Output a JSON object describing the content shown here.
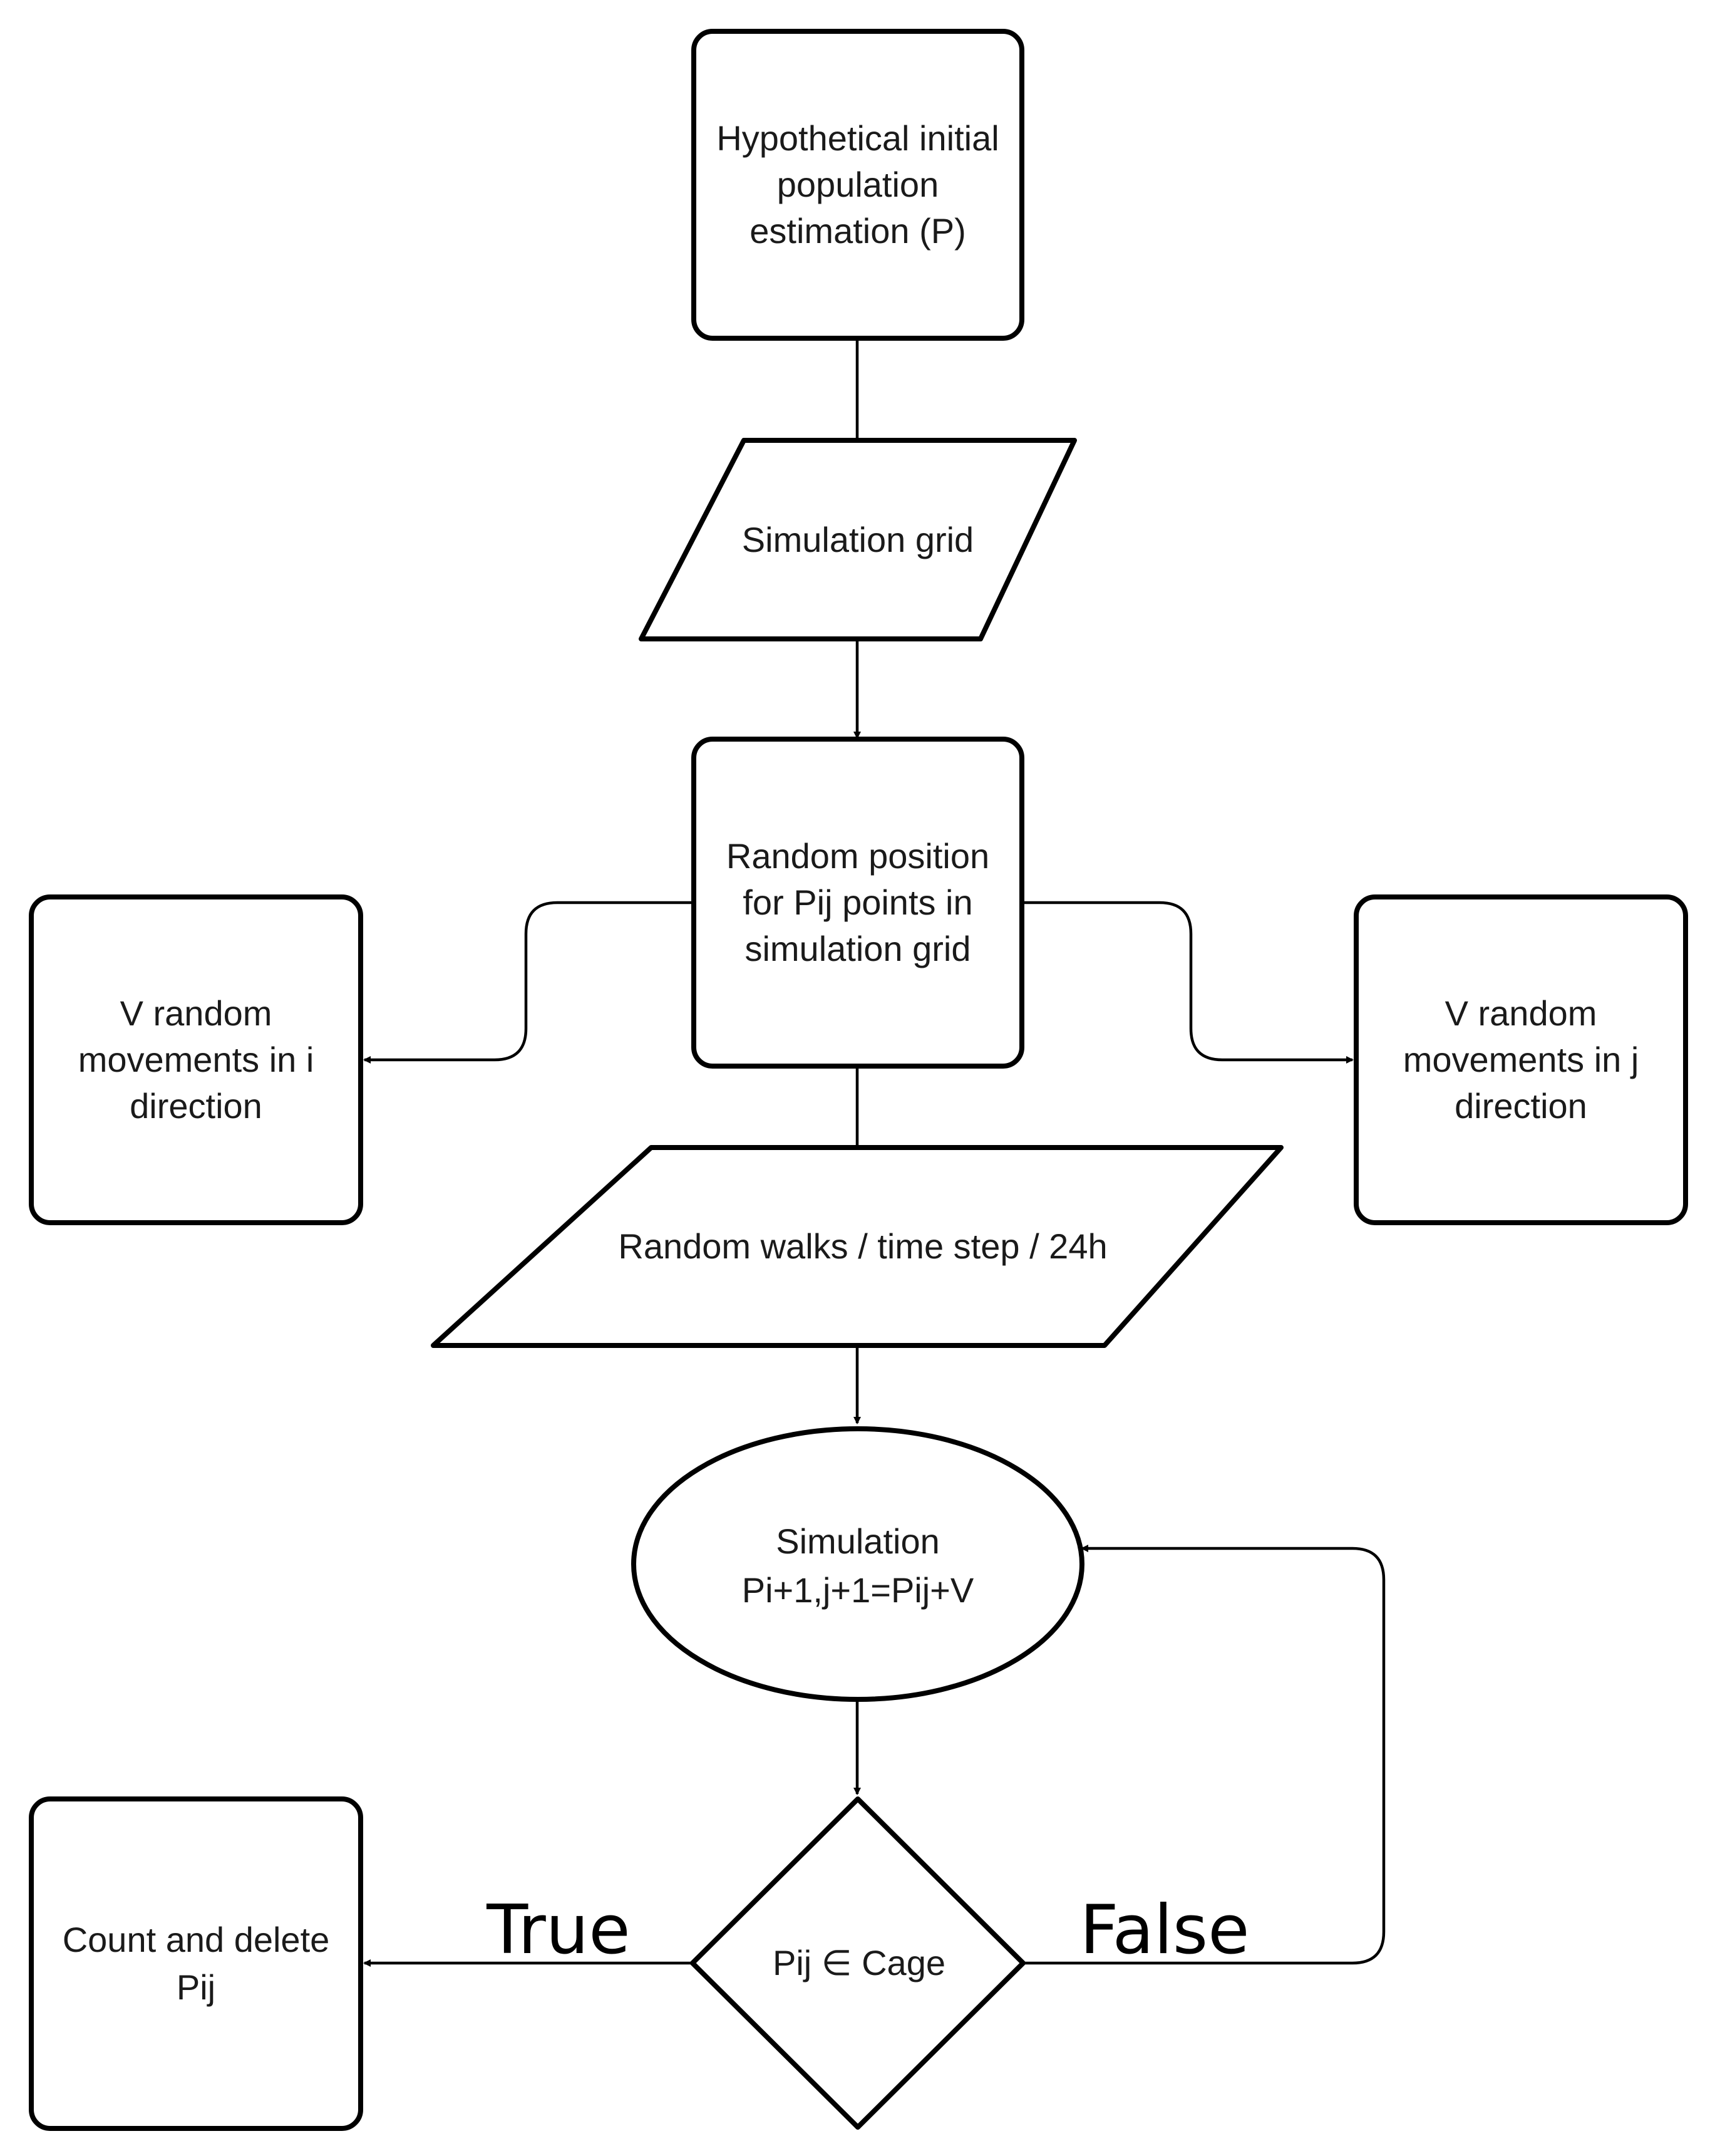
{
  "nodes": {
    "initial_population": {
      "lines": [
        "Hypothetical initial",
        "population",
        "estimation (P)"
      ]
    },
    "simulation_grid": {
      "lines": [
        "Simulation grid"
      ]
    },
    "random_position": {
      "lines": [
        "Random position",
        "for Pij points in",
        "simulation grid"
      ]
    },
    "movements_i": {
      "lines": [
        "V random",
        "movements in i",
        "direction"
      ]
    },
    "movements_j": {
      "lines": [
        "V random",
        "movements in j",
        "direction"
      ]
    },
    "random_walks": {
      "lines": [
        "Random walks / time step / 24h"
      ]
    },
    "simulation": {
      "lines": [
        "Simulation",
        "Pi+1,j+1=Pij+V"
      ]
    },
    "cage_decision": {
      "lines": [
        "Pij ∈ Cage"
      ]
    },
    "count_delete": {
      "lines": [
        "Count and delete",
        "Pij"
      ]
    }
  },
  "edges": {
    "true_label": "True",
    "false_label": "False"
  },
  "colors": {
    "stroke": "#000000",
    "fill": "#ffffff",
    "text": "#1a1a1a"
  }
}
